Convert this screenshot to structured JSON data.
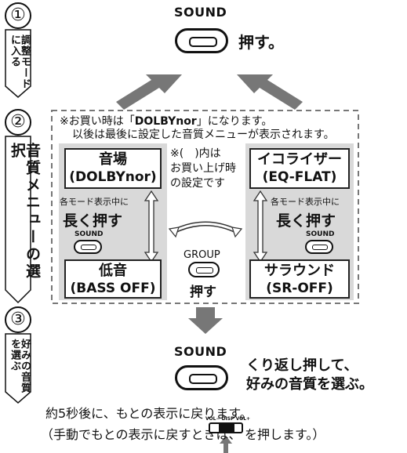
{
  "steps": [
    {
      "number": "①",
      "label": "調整モードに入る"
    },
    {
      "number": "②",
      "label": "音質メニューの選択"
    },
    {
      "number": "③",
      "label": "好みの音質を選ぶ"
    }
  ],
  "step1": {
    "button_label": "SOUND",
    "action": "押す。"
  },
  "notice": {
    "line1_prefix": "※お買い時は「",
    "line1_emph": "DOLBYnor",
    "line1_suffix": "」になります。",
    "line2": "以後は最後に設定した音質メニューが表示されます。"
  },
  "left_panel": {
    "top_box": {
      "line1": "音場",
      "line2": "(DOLBYnor)"
    },
    "hint": "各モード表示中に",
    "long_press": "長く押す",
    "button_label": "SOUND",
    "bottom_box": {
      "line1": "低音",
      "line2": "(BASS OFF)"
    }
  },
  "right_panel": {
    "top_box": {
      "line1": "イコライザー",
      "line2": "(EQ-FLAT)"
    },
    "hint": "各モード表示中に",
    "long_press": "長く押す",
    "button_label": "SOUND",
    "bottom_box": {
      "line1": "サラウンド",
      "line2": "(SR-OFF)"
    }
  },
  "center_note": {
    "line1": "※(　)内は",
    "line2": "お買い上げ時",
    "line3": "の設定です"
  },
  "group_button": {
    "label": "GROUP",
    "action": "押す"
  },
  "step3": {
    "button_label": "SOUND",
    "action_line1": "くり返し押して、",
    "action_line2": "好みの音質を選ぶ。"
  },
  "footer": {
    "line1": "約5秒後に、もとの表示に戻ります。",
    "line2_prefix": "（手動でもとの表示に戻すときは、",
    "line2_suffix": "を押します。）",
    "disp_key_label": "VOL− DISP VOL+"
  }
}
